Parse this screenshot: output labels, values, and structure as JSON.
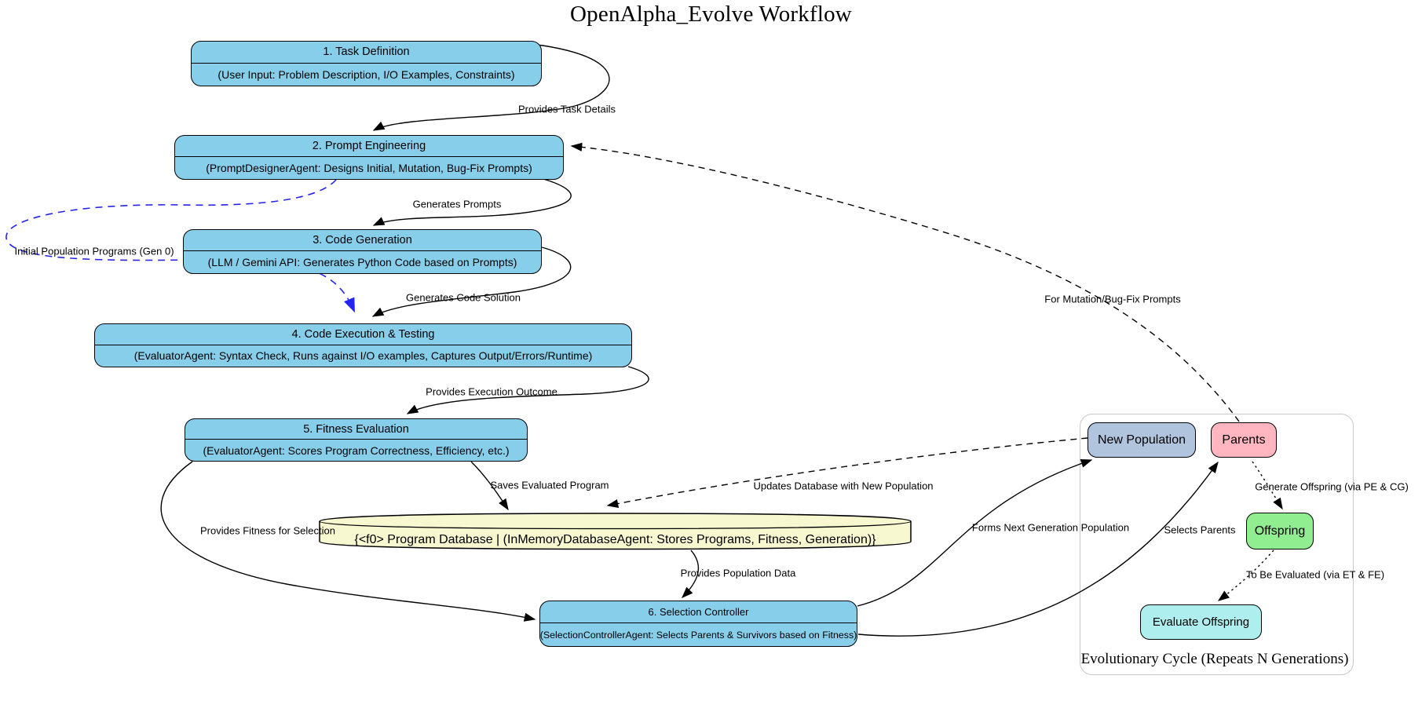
{
  "title": "OpenAlpha_Evolve Workflow",
  "colors": {
    "node_fill": "#87CEEB",
    "database_fill": "#F7F7D0",
    "new_population_fill": "#B0C4DE",
    "parents_fill": "#FFB6C1",
    "offspring_fill": "#90EE90",
    "evaluate_offspring_fill": "#AFEEEE",
    "cluster_border": "#C9C9C9",
    "edge": "#000000",
    "gen0_edge": "#2424EE"
  },
  "nodes": {
    "task_definition": {
      "title": "1. Task Definition",
      "subtitle": "(User Input: Problem Description, I/O Examples, Constraints)"
    },
    "prompt_engineering": {
      "title": "2. Prompt Engineering",
      "subtitle": "(PromptDesignerAgent: Designs Initial, Mutation, Bug-Fix Prompts)"
    },
    "code_generation": {
      "title": "3. Code Generation",
      "subtitle": "(LLM / Gemini API: Generates Python Code based on Prompts)"
    },
    "code_execution": {
      "title": "4. Code Execution & Testing",
      "subtitle": "(EvaluatorAgent: Syntax Check, Runs against I/O examples, Captures Output/Errors/Runtime)"
    },
    "fitness_evaluation": {
      "title": "5. Fitness Evaluation",
      "subtitle": "(EvaluatorAgent: Scores Program Correctness, Efficiency, etc.)"
    },
    "program_database": {
      "label": "{<f0> Program Database | (InMemoryDatabaseAgent: Stores Programs, Fitness, Generation)}"
    },
    "selection_controller": {
      "title": "6. Selection Controller",
      "subtitle": "(SelectionControllerAgent: Selects Parents & Survivors based on Fitness)"
    },
    "new_population": {
      "label": "New Population"
    },
    "parents": {
      "label": "Parents"
    },
    "offspring": {
      "label": "Offspring"
    },
    "evaluate_offspring": {
      "label": "Evaluate Offspring"
    }
  },
  "cluster": {
    "label": "Evolutionary Cycle (Repeats N Generations)"
  },
  "edge_labels": {
    "provides_task_details": "Provides Task Details",
    "generates_prompts": "Generates Prompts",
    "generates_code_solution": "Generates Code Solution",
    "provides_execution_outcome": "Provides Execution Outcome",
    "saves_evaluated_program": "Saves Evaluated Program",
    "updates_database": "Updates Database with New Population",
    "provides_fitness": "Provides Fitness for Selection",
    "provides_population_data": "Provides Population Data",
    "forms_next_generation": "Forms Next Generation Population",
    "selects_parents": "Selects Parents",
    "generate_offspring": "Generate Offspring (via PE & CG)",
    "to_be_evaluated": "To Be Evaluated (via ET & FE)",
    "for_mutation": "For Mutation/Bug-Fix Prompts",
    "initial_population": "Initial Population Programs (Gen 0)"
  }
}
